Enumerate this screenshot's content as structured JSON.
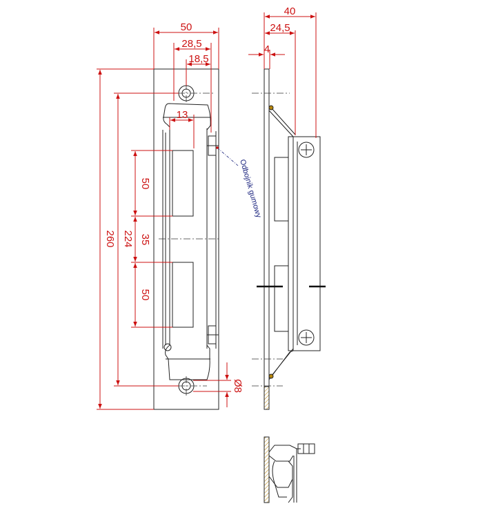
{
  "dimensions": {
    "front_width": "50",
    "front_28_5": "28,5",
    "front_18_5": "18,5",
    "front_13": "13",
    "slot_upper": "50",
    "slot_gap": "35",
    "slot_lower": "50",
    "height_224": "224",
    "height_260": "260",
    "hole_dia": "Ø8",
    "side_40": "40",
    "side_24_5": "24,5",
    "side_4": "4"
  },
  "annotation": {
    "rubber_bumper": "Odbojnik gumowy"
  },
  "colors": {
    "dimension": "#cc1111",
    "drawing": "#222222",
    "annotation": "#1a237e"
  }
}
